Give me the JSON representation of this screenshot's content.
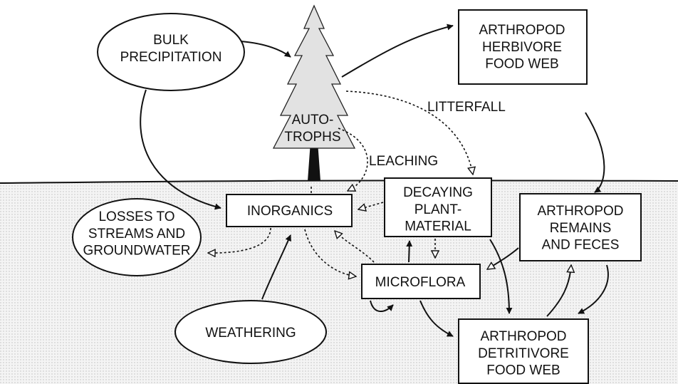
{
  "nodes": {
    "bulk_precipitation": [
      "BULK",
      "PRECIPITATION"
    ],
    "autotrophs": [
      "AUTO-",
      "TROPHS"
    ],
    "herbivore_web": [
      "ARTHROPOD",
      "HERBIVORE",
      "FOOD WEB"
    ],
    "inorganics": [
      "INORGANICS"
    ],
    "decaying_plant": [
      "DECAYING",
      "PLANT-",
      "MATERIAL"
    ],
    "remains_feces": [
      "ARTHROPOD",
      "REMAINS",
      "AND FECES"
    ],
    "losses": [
      "LOSSES TO",
      "STREAMS AND",
      "GROUNDWATER"
    ],
    "microflora": [
      "MICROFLORA"
    ],
    "weathering": [
      "WEATHERING"
    ],
    "detritivore_web": [
      "ARTHROPOD",
      "DETRITIVORE",
      "FOOD WEB"
    ]
  },
  "labels": {
    "litterfall": "LITTERFALL",
    "leaching": "LEACHING"
  },
  "colors": {
    "ink": "#111111",
    "soil": "#ececec",
    "tree": "#e2e2e2",
    "trunk": "#111111"
  }
}
